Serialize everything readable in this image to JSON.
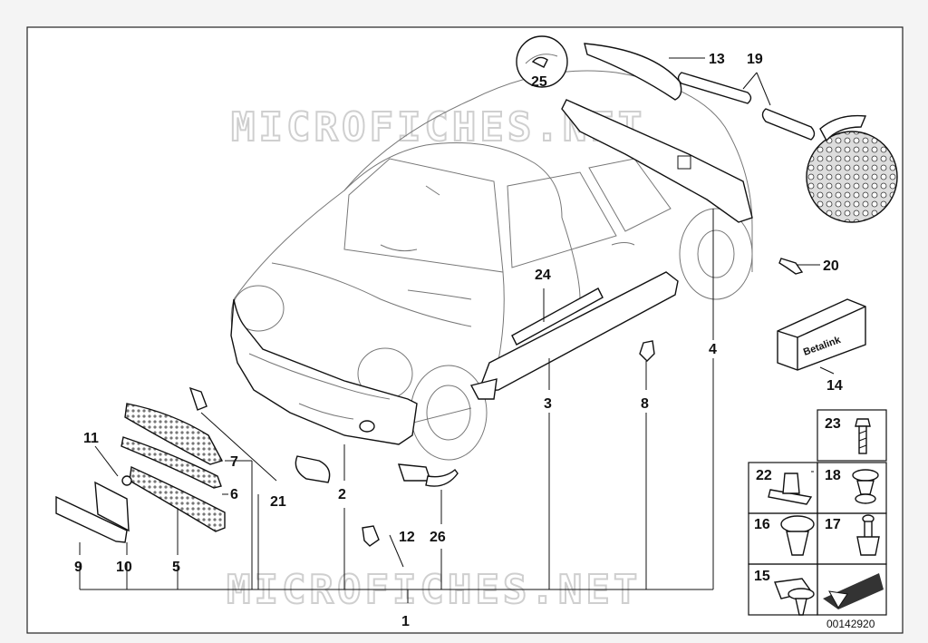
{
  "diagram": {
    "reference_number": "00142920",
    "watermarks": [
      "MICROFICHES.NET",
      "MICROFICHES.NET"
    ],
    "brand_label": "Betalink",
    "callouts": [
      "1",
      "2",
      "3",
      "4",
      "5",
      "6",
      "7",
      "8",
      "9",
      "10",
      "11",
      "12",
      "13",
      "14",
      "15",
      "16",
      "17",
      "18",
      "19",
      "20",
      "21",
      "22",
      "23",
      "24",
      "25",
      "26"
    ]
  }
}
